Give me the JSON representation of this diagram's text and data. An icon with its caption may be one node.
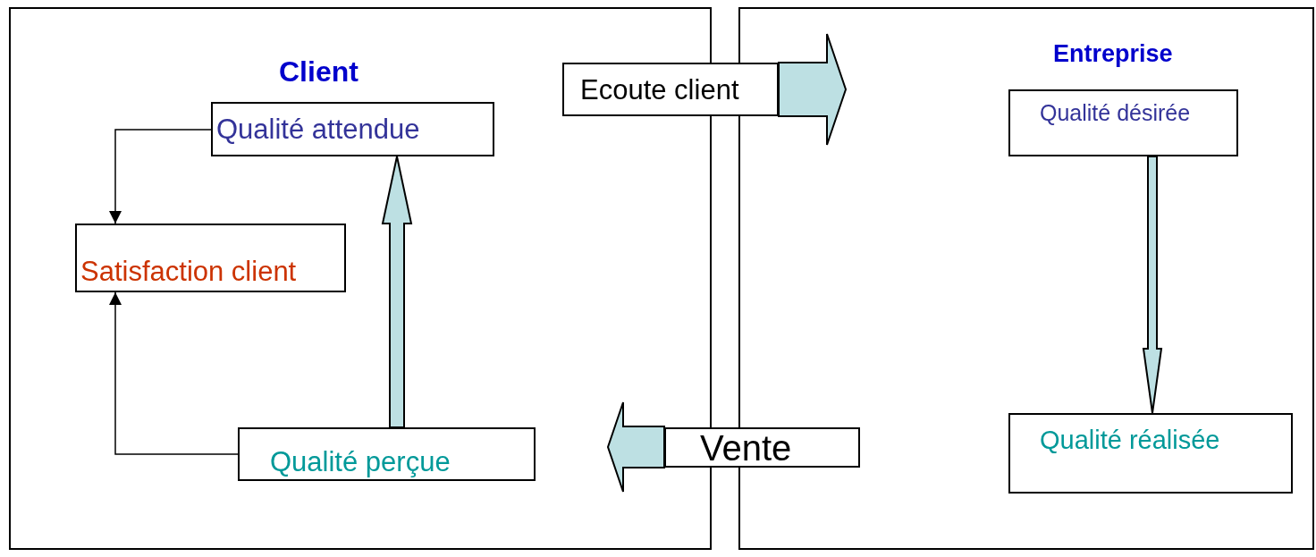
{
  "diagram": {
    "nodes": [
      {
        "text": [
          "Client"
        ]
      },
      {
        "text": [
          "Qualité attendue"
        ],
        "in": 0
      },
      {
        "text": [
          "Satisfaction client"
        ],
        "in": 0
      },
      {
        "text": [
          "Qualité perçue"
        ],
        "in": 0
      },
      {
        "text": [
          "Entreprise"
        ]
      },
      {
        "text": [
          "Qualité désirée"
        ],
        "in": 4
      },
      {
        "text": [
          "Qualité réalisée"
        ],
        "in": 4
      },
      {
        "text": [
          "Ecoute client"
        ]
      },
      {
        "text": [
          "Vente"
        ]
      }
    ],
    "edges": [
      {
        "from": 1,
        "to": 2,
        "arrow": "to"
      },
      {
        "from": 3,
        "to": 2,
        "arrow": "to"
      },
      {
        "from": 3,
        "to": 1,
        "arrow": "to",
        "style": "thick",
        "color": "#bde0e3"
      },
      {
        "from": 5,
        "to": 6,
        "arrow": "to",
        "style": "thick",
        "color": "#bde0e3"
      },
      {
        "from": 7,
        "to": null,
        "arrow": "to",
        "style": "thick",
        "color": "#bde0e3"
      },
      {
        "from": 8,
        "to": null,
        "arrow": "to",
        "style": "thick",
        "color": "#bde0e3"
      }
    ]
  }
}
